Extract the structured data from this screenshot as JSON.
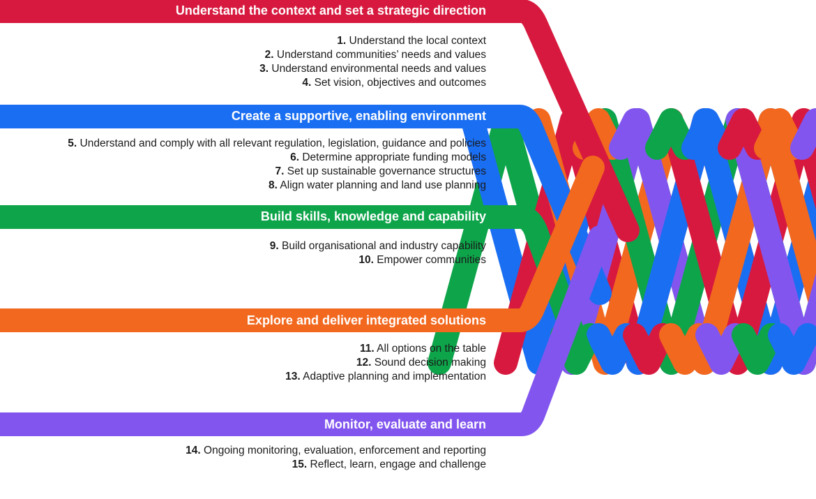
{
  "colors": {
    "red": "#d7193f",
    "blue": "#1a6ef2",
    "green": "#0ea44a",
    "orange": "#f2681f",
    "purple": "#8256ee",
    "text": "#1a1a1a",
    "title_text": "#ffffff"
  },
  "sections": [
    {
      "title": "Understand the context and set a strategic direction",
      "color": "#d7193f",
      "items": [
        {
          "num": "1.",
          "text": "Understand the local context"
        },
        {
          "num": "2.",
          "text": "Understand communities’ needs and values"
        },
        {
          "num": "3.",
          "text": "Understand environmental needs and values"
        },
        {
          "num": "4.",
          "text": "Set vision, objectives and outcomes"
        }
      ]
    },
    {
      "title": "Create a supportive, enabling environment",
      "color": "#1a6ef2",
      "items": [
        {
          "num": "5.",
          "text": "Understand and comply with all relevant regulation, legislation, guidance and policies"
        },
        {
          "num": "6.",
          "text": "Determine appropriate funding models"
        },
        {
          "num": "7.",
          "text": "Set up sustainable governance structures"
        },
        {
          "num": "8.",
          "text": "Align water planning and land use planning"
        }
      ]
    },
    {
      "title": "Build skills, knowledge and capability",
      "color": "#0ea44a",
      "items": [
        {
          "num": "9.",
          "text": "Build organisational and industry capability"
        },
        {
          "num": "10.",
          "text": "Empower communities"
        }
      ]
    },
    {
      "title": "Explore and deliver integrated solutions",
      "color": "#f2681f",
      "items": [
        {
          "num": "11.",
          "text": "All options on the table"
        },
        {
          "num": "12.",
          "text": "Sound decision making"
        },
        {
          "num": "13.",
          "text": "Adaptive planning and implementation"
        }
      ]
    },
    {
      "title": "Monitor, evaluate and learn",
      "color": "#8256ee",
      "items": [
        {
          "num": "14.",
          "text": "Ongoing monitoring, evaluation, enforcement and reporting"
        },
        {
          "num": "15.",
          "text": "Reflect, learn, engage and challenge"
        }
      ]
    }
  ]
}
